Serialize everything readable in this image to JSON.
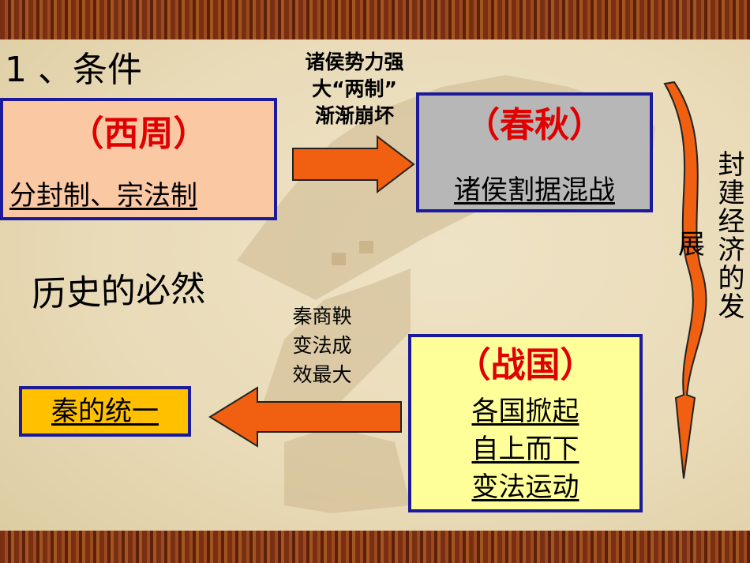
{
  "heading": "1 、条件",
  "box_west": {
    "title": "（西周）",
    "body": "分封制、宗法制"
  },
  "arrow_top_text": [
    "诸侯势力强",
    "大“两制”",
    "渐渐崩坏"
  ],
  "box_spring": {
    "title": "（春秋）",
    "body": "诸侯割据混战"
  },
  "side_text": "封建经济的发",
  "side_text_tail": "展",
  "inevitable": "历史的必然",
  "arrow_bottom_text": [
    "秦商鞅",
    "变法成",
    "效最大"
  ],
  "box_warring": {
    "title": "（战国）",
    "lines": [
      "各国掀起",
      "自上而下",
      "变法运动"
    ]
  },
  "box_qin": {
    "body": "秦的统一"
  }
}
